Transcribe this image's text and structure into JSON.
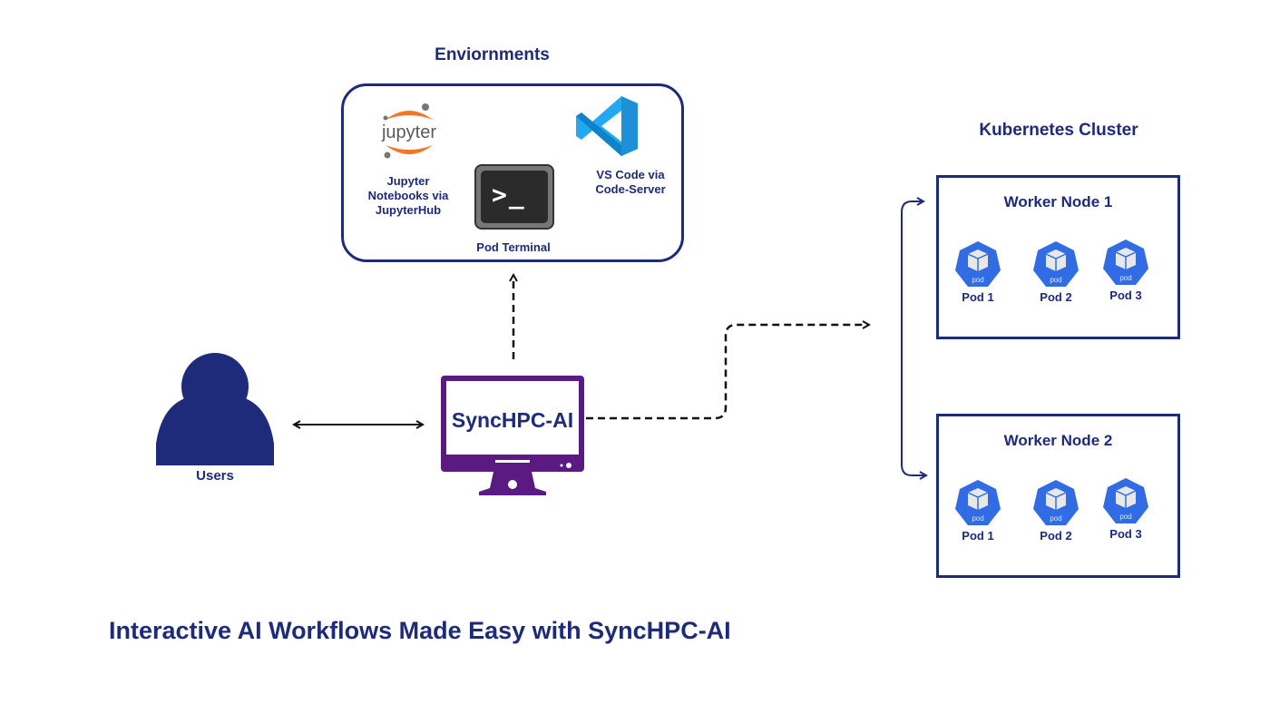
{
  "environments": {
    "title": "Enviornments",
    "jupyter": {
      "logo_text": "jupyter",
      "label_lines": [
        "Jupyter",
        "Notebooks via",
        "JupyterHub"
      ]
    },
    "terminal": {
      "prompt": ">_",
      "label": "Pod Terminal"
    },
    "vscode": {
      "label_lines": [
        "VS Code via",
        "Code-Server"
      ]
    }
  },
  "users": {
    "label": "Users"
  },
  "platform": {
    "label": "SyncHPC-AI"
  },
  "cluster": {
    "title": "Kubernetes Cluster",
    "nodes": [
      {
        "title": "Worker Node 1",
        "pods": [
          {
            "icon_text": "pod",
            "label": "Pod 1"
          },
          {
            "icon_text": "pod",
            "label": "Pod 2"
          },
          {
            "icon_text": "pod",
            "label": "Pod 3"
          }
        ]
      },
      {
        "title": "Worker Node 2",
        "pods": [
          {
            "icon_text": "pod",
            "label": "Pod 1"
          },
          {
            "icon_text": "pod",
            "label": "Pod 2"
          },
          {
            "icon_text": "pod",
            "label": "Pod 3"
          }
        ]
      }
    ]
  },
  "footer": {
    "tagline": "Interactive AI Workflows Made Easy with SyncHPC-AI"
  },
  "colors": {
    "navy": "#1e2a7a",
    "purple": "#5b1a82",
    "pod_blue": "#326ce5",
    "jupyter_orange": "#f37726",
    "vscode_blue": "#23a9f2"
  }
}
